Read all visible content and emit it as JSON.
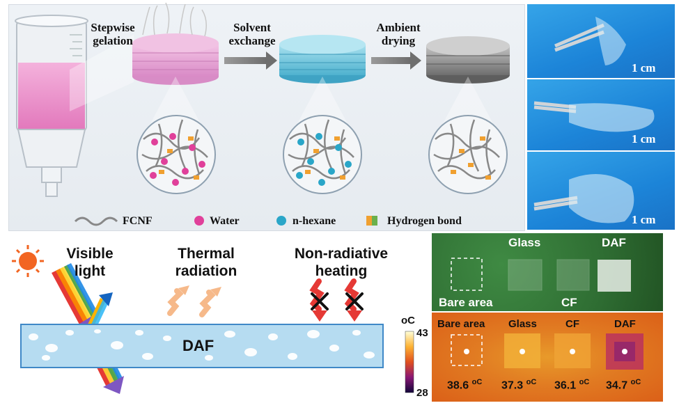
{
  "top": {
    "steps": [
      "Stepwise gelation",
      "Solvent exchange",
      "Ambient drying"
    ],
    "legend": [
      "FCNF",
      "Water",
      "n-hexane",
      "Hydrogen bond"
    ],
    "scale_bar": "1 cm",
    "colors": {
      "water": "#e0409a",
      "hexane": "#2aa6c8",
      "hydrogen_bond": "#f0a030",
      "gel_pink": "#e59ad0",
      "gel_cyan": "#6cc6dc",
      "aerogel_gray": "#8d8d8d"
    }
  },
  "bottom_left": {
    "labels": [
      "Visible light",
      "Thermal radiation",
      "Non-radiative heating"
    ],
    "film_label": "DAF"
  },
  "bottom_right": {
    "photo_labels": [
      "Glass",
      "DAF",
      "Bare area",
      "CF"
    ],
    "colorbar": {
      "unit": "oC",
      "max": "43",
      "min": "28"
    },
    "thermal_labels": [
      "Bare area",
      "Glass",
      "CF",
      "DAF"
    ],
    "temps": [
      "38.6",
      "37.3",
      "36.1",
      "34.7"
    ],
    "temp_unit": "oC"
  }
}
